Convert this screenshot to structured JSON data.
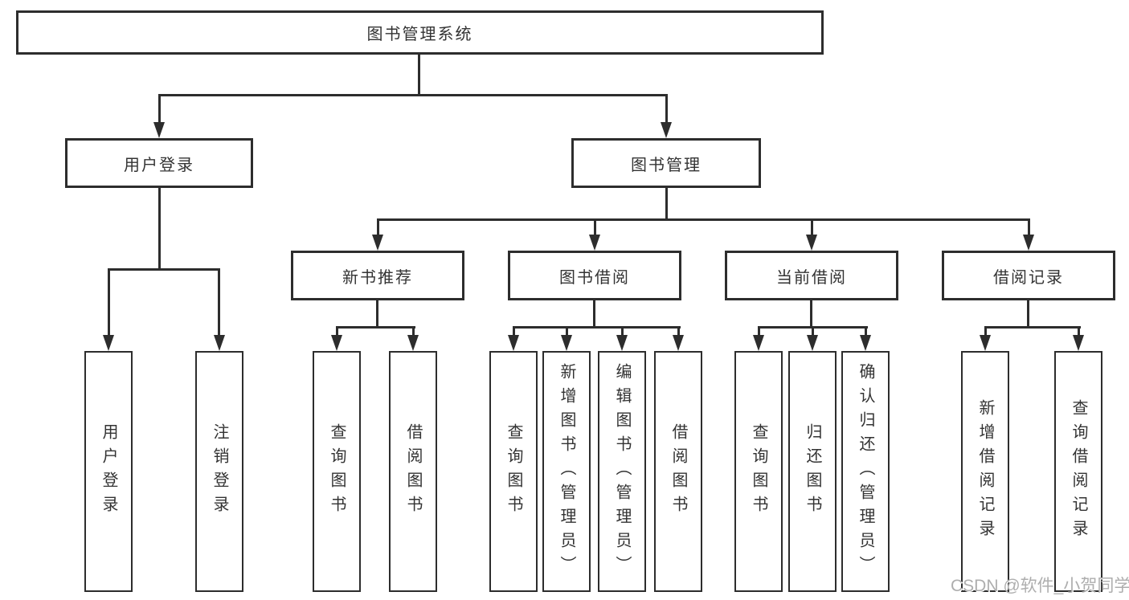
{
  "tree": {
    "label": "图书管理系统",
    "children": [
      {
        "label": "用户登录",
        "children": [
          {
            "label": "用户登录"
          },
          {
            "label": "注销登录"
          }
        ]
      },
      {
        "label": "图书管理",
        "children": [
          {
            "label": "新书推荐",
            "children": [
              {
                "label": "查询图书"
              },
              {
                "label": "借阅图书"
              }
            ]
          },
          {
            "label": "图书借阅",
            "children": [
              {
                "label": "查询图书"
              },
              {
                "label": "新增图书（管理员）"
              },
              {
                "label": "编辑图书（管理员）"
              },
              {
                "label": "借阅图书"
              }
            ]
          },
          {
            "label": "当前借阅",
            "children": [
              {
                "label": "查询图书"
              },
              {
                "label": "归还图书"
              },
              {
                "label": "确认归还（管理员）"
              }
            ]
          },
          {
            "label": "借阅记录",
            "children": [
              {
                "label": "新增借阅记录"
              },
              {
                "label": "查询借阅记录"
              }
            ]
          }
        ]
      }
    ]
  },
  "watermark": {
    "text": "CSDN @软件_小贺同学"
  },
  "colors": {
    "line": "#2d2d2d",
    "text": "#333333",
    "background": "#ffffff",
    "watermark": "#aeaeae"
  }
}
